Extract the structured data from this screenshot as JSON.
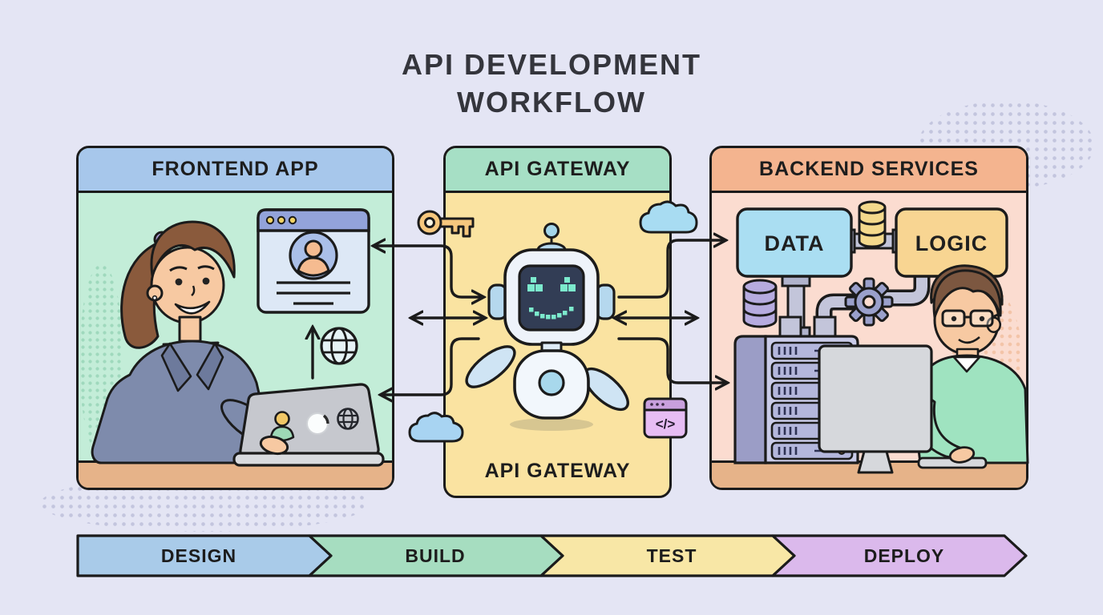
{
  "title": {
    "line1": "API DEVELOPMENT",
    "line2": "WORKFLOW"
  },
  "panels": {
    "frontend": {
      "header": "FRONTEND APP"
    },
    "gateway": {
      "header": "API GATEWAY",
      "footer": "API GATEWAY"
    },
    "backend": {
      "header": "BACKEND SERVICES",
      "data_box": "DATA",
      "logic_box": "LOGIC"
    }
  },
  "pipeline": {
    "stages": [
      {
        "label": "DESIGN",
        "color": "#a9cbe9"
      },
      {
        "label": "BUILD",
        "color": "#a6ddc0"
      },
      {
        "label": "TEST",
        "color": "#f8e7a6"
      },
      {
        "label": "DEPLOY",
        "color": "#dbb9ec"
      }
    ]
  },
  "colors": {
    "background": "#e4e5f4",
    "outline": "#1b1b1b",
    "frontend_header": "#a7c7eb",
    "frontend_body": "#c3edd8",
    "gateway_header": "#a6dfc5",
    "gateway_body": "#fae3a1",
    "backend_header": "#f4b48f",
    "backend_body": "#fbdcd0",
    "desk": "#e6b389",
    "data_box": "#aadef2",
    "logic_box": "#f8d592"
  },
  "icons": {
    "code_window_symbol": "</>",
    "names": [
      "key-icon",
      "cloud-icon",
      "globe-icon",
      "code-window-icon",
      "gear-icon",
      "database-icon",
      "browser-window-icon",
      "user-avatar-icon",
      "loader-icon",
      "robot-mascot"
    ]
  }
}
